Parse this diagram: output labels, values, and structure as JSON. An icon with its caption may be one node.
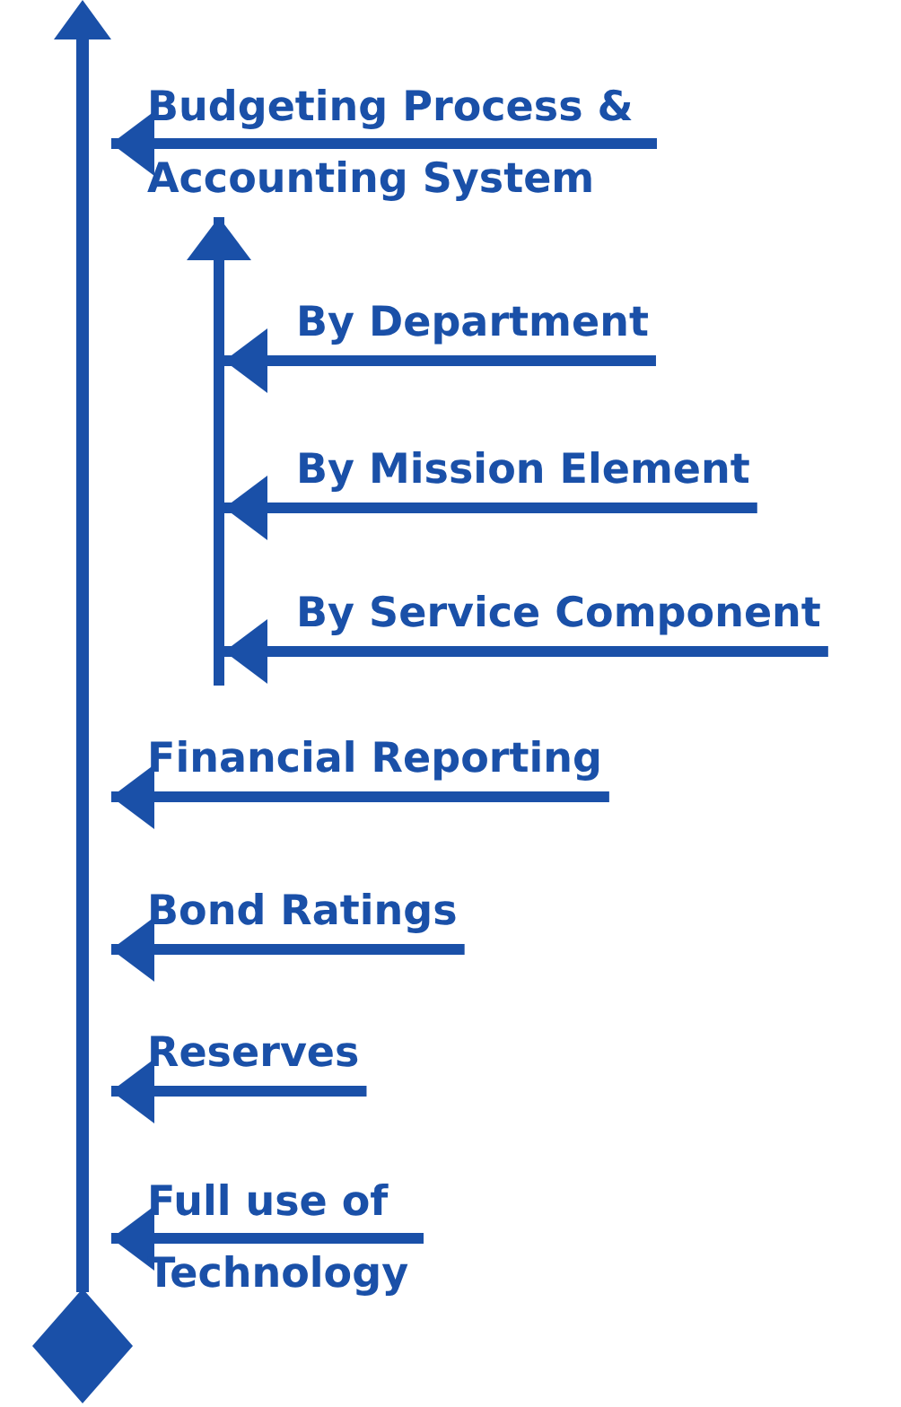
{
  "diagram": {
    "nodes": [
      {
        "text": [],
        "shape": "arrow"
      },
      {
        "text": [
          "Budgeting Process & Accounting System"
        ]
      },
      {
        "text": [],
        "shape": "bar"
      },
      {
        "text": [
          "By Department"
        ]
      },
      {
        "text": [
          "By Mission Element"
        ]
      },
      {
        "text": [
          "By Service Component"
        ]
      },
      {
        "text": [
          "Financial Reporting"
        ]
      },
      {
        "text": [
          "Bond Ratings"
        ]
      },
      {
        "text": [
          "Reserves"
        ]
      },
      {
        "text": [
          "Full use of Technology"
        ]
      },
      {
        "text": [],
        "shape": "diamond"
      }
    ],
    "edges": [
      {
        "from": 1,
        "to": 0,
        "arrow": "to"
      },
      {
        "from": 3,
        "to": 2,
        "arrow": "to"
      },
      {
        "from": 4,
        "to": 2,
        "arrow": "to"
      },
      {
        "from": 5,
        "to": 2,
        "arrow": "to"
      },
      {
        "from": 2,
        "to": 1,
        "arrow": "to"
      },
      {
        "from": 6,
        "to": 0,
        "arrow": "to"
      },
      {
        "from": 7,
        "to": 0,
        "arrow": "to"
      },
      {
        "from": 8,
        "to": 0,
        "arrow": "to"
      },
      {
        "from": 9,
        "to": 0,
        "arrow": "to"
      }
    ]
  }
}
